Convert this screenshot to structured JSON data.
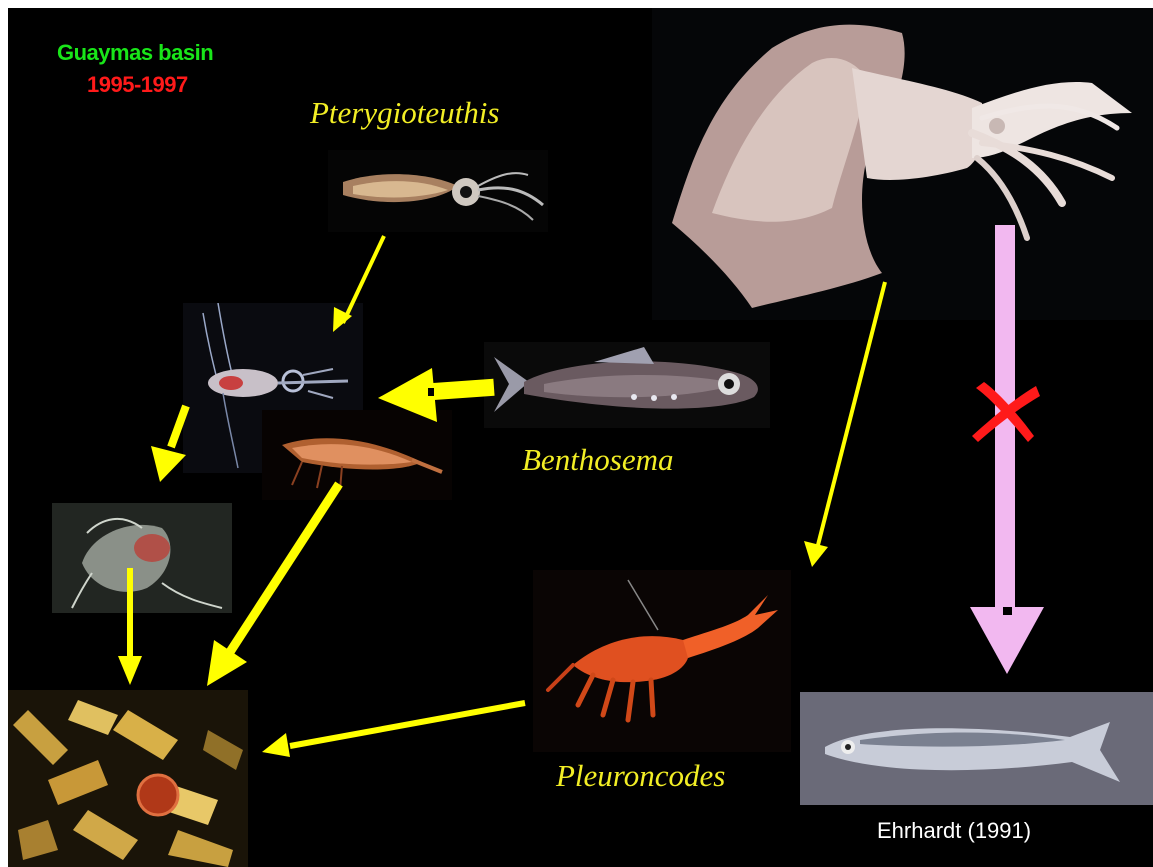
{
  "header": {
    "location": "Guaymas basin",
    "years": "1995-1997"
  },
  "taxa": {
    "squid_small": "Pterygioteuthis",
    "lanternfish": "Benthosema",
    "red_crab": "Pleuroncodes"
  },
  "citation": "Ehrhardt (1991)",
  "colors": {
    "background": "#000000",
    "location_text": "#19e619",
    "years_text": "#ff1a1a",
    "species_text": "#f2ee25",
    "citation_text": "#ffffff",
    "feeding_arrow": "#ffff00",
    "blocked_arrow": "#f2b8f0",
    "blocked_mark": "#ff1a1a"
  },
  "icons": {
    "blocked_mark": "red-x-icon"
  }
}
